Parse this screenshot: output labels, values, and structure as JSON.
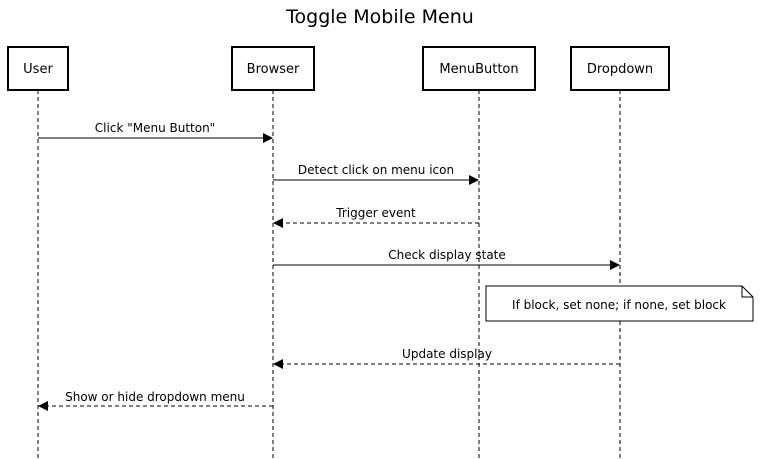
{
  "diagram": {
    "title": "Toggle Mobile Menu",
    "actors": [
      {
        "id": "user",
        "label": "User"
      },
      {
        "id": "browser",
        "label": "Browser"
      },
      {
        "id": "menubutton",
        "label": "MenuButton"
      },
      {
        "id": "dropdown",
        "label": "Dropdown"
      }
    ],
    "messages": [
      {
        "from": "user",
        "to": "browser",
        "label": "Click \"Menu Button\"",
        "style": "solid"
      },
      {
        "from": "browser",
        "to": "menubutton",
        "label": "Detect click on menu icon",
        "style": "solid"
      },
      {
        "from": "menubutton",
        "to": "browser",
        "label": "Trigger event",
        "style": "dashed"
      },
      {
        "from": "browser",
        "to": "dropdown",
        "label": "Check display state",
        "style": "solid"
      },
      {
        "from": "dropdown",
        "to": "browser",
        "label": "Update display",
        "style": "dashed"
      },
      {
        "from": "browser",
        "to": "user",
        "label": "Show or hide dropdown menu",
        "style": "dashed"
      }
    ],
    "note": {
      "text": "If block, set none; if none, set block"
    }
  }
}
